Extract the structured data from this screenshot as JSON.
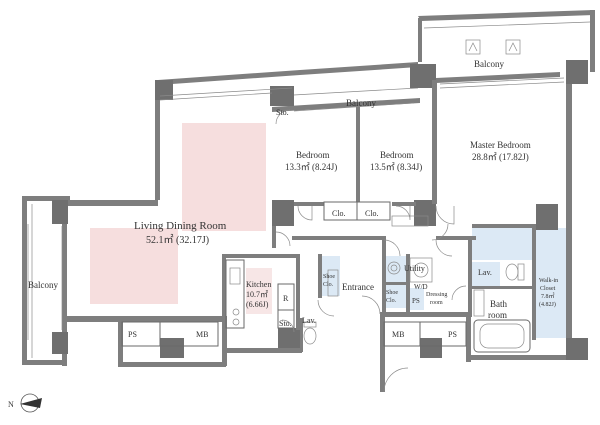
{
  "colors": {
    "wall": "#7e7e7e",
    "highlight": "#f6dede",
    "wet_area": "#dce9f5",
    "fixture_line": "#6a6a6a"
  },
  "rooms": {
    "balcony_top": "Balcony",
    "balcony_mid": "Balcony",
    "balcony_left": "Balcony",
    "sto_top": "Sto.",
    "bedroom1_name": "Bedroom",
    "bedroom1_area": "13.3㎡ (8.24J)",
    "bedroom2_name": "Bedroom",
    "bedroom2_area": "13.5㎡ (8.34J)",
    "master_name": "Master Bedroom",
    "master_area": "28.8㎡ (17.82J)",
    "living_name": "Living Dining Room",
    "living_area": "52.1㎡ (32.17J)",
    "clo1": "Clo.",
    "clo2": "Clo.",
    "kitchen_name": "Kitchen",
    "kitchen_area1": "10.7㎡",
    "kitchen_area2": "(6.66J)",
    "r": "R",
    "sto_bottom": "Sto.",
    "lav_left": "Lav.",
    "shoe_clo_left_1": "Shoe",
    "shoe_clo_left_2": "Clo.",
    "entrance": "Entrance",
    "shoe_clo_right_1": "Shoe",
    "shoe_clo_right_2": "Clo.",
    "utility": "Utility",
    "wd": "W/D",
    "ps_small": "PS",
    "dressing_1": "Dressing",
    "dressing_2": "room",
    "lav_right": "Lav.",
    "walkin_1": "Walk-in",
    "walkin_2": "Closet",
    "walkin_3": "7.8㎡",
    "walkin_4": "(4.82J)",
    "bath_1": "Bath",
    "bath_2": "room",
    "ps_left": "PS",
    "mb_left": "MB",
    "mb_right": "MB",
    "ps_right": "PS"
  },
  "compass": {
    "north": "N"
  }
}
